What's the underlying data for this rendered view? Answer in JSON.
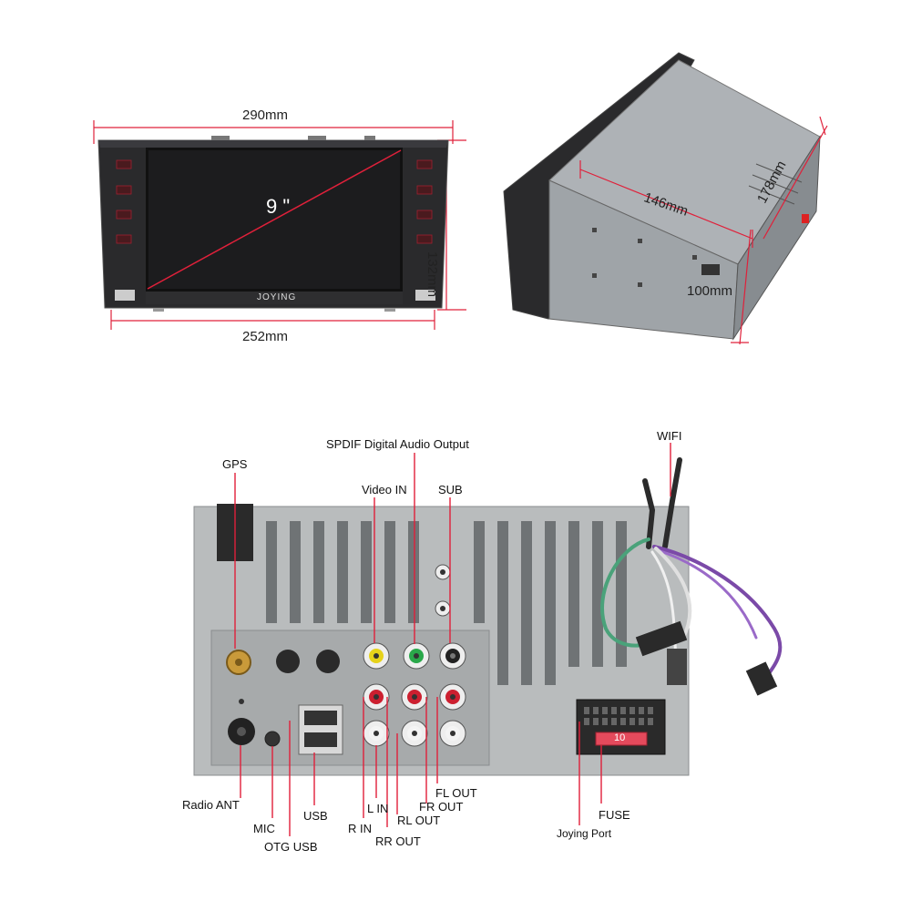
{
  "front_view": {
    "width_label": "290mm",
    "bottom_width_label": "252mm",
    "height_label": "132mm",
    "screen_label": "9 \"",
    "brand": "JOYING"
  },
  "side_view": {
    "width_label": "146mm",
    "depth_label": "178mm",
    "height_label": "100mm"
  },
  "rear_panel": {
    "labels": {
      "spdif": "SPDIF Digital Audio Output",
      "wifi": "WIFI",
      "gps": "GPS",
      "video_in": "Video IN",
      "sub": "SUB",
      "radio_ant": "Radio ANT",
      "mic": "MIC",
      "otg_usb": "OTG USB",
      "usb": "USB",
      "r_in": "R IN",
      "l_in": "L IN",
      "rr_out": "RR OUT",
      "rl_out": "RL OUT",
      "fr_out": "FR OUT",
      "fl_out": "FL OUT",
      "fuse": "FUSE",
      "joying_port": "Joying Port"
    },
    "fuse_value": "10"
  },
  "colors": {
    "dimension_line": "#e0203a",
    "panel": "#b9bcbd",
    "pointer": "#e0203a"
  }
}
